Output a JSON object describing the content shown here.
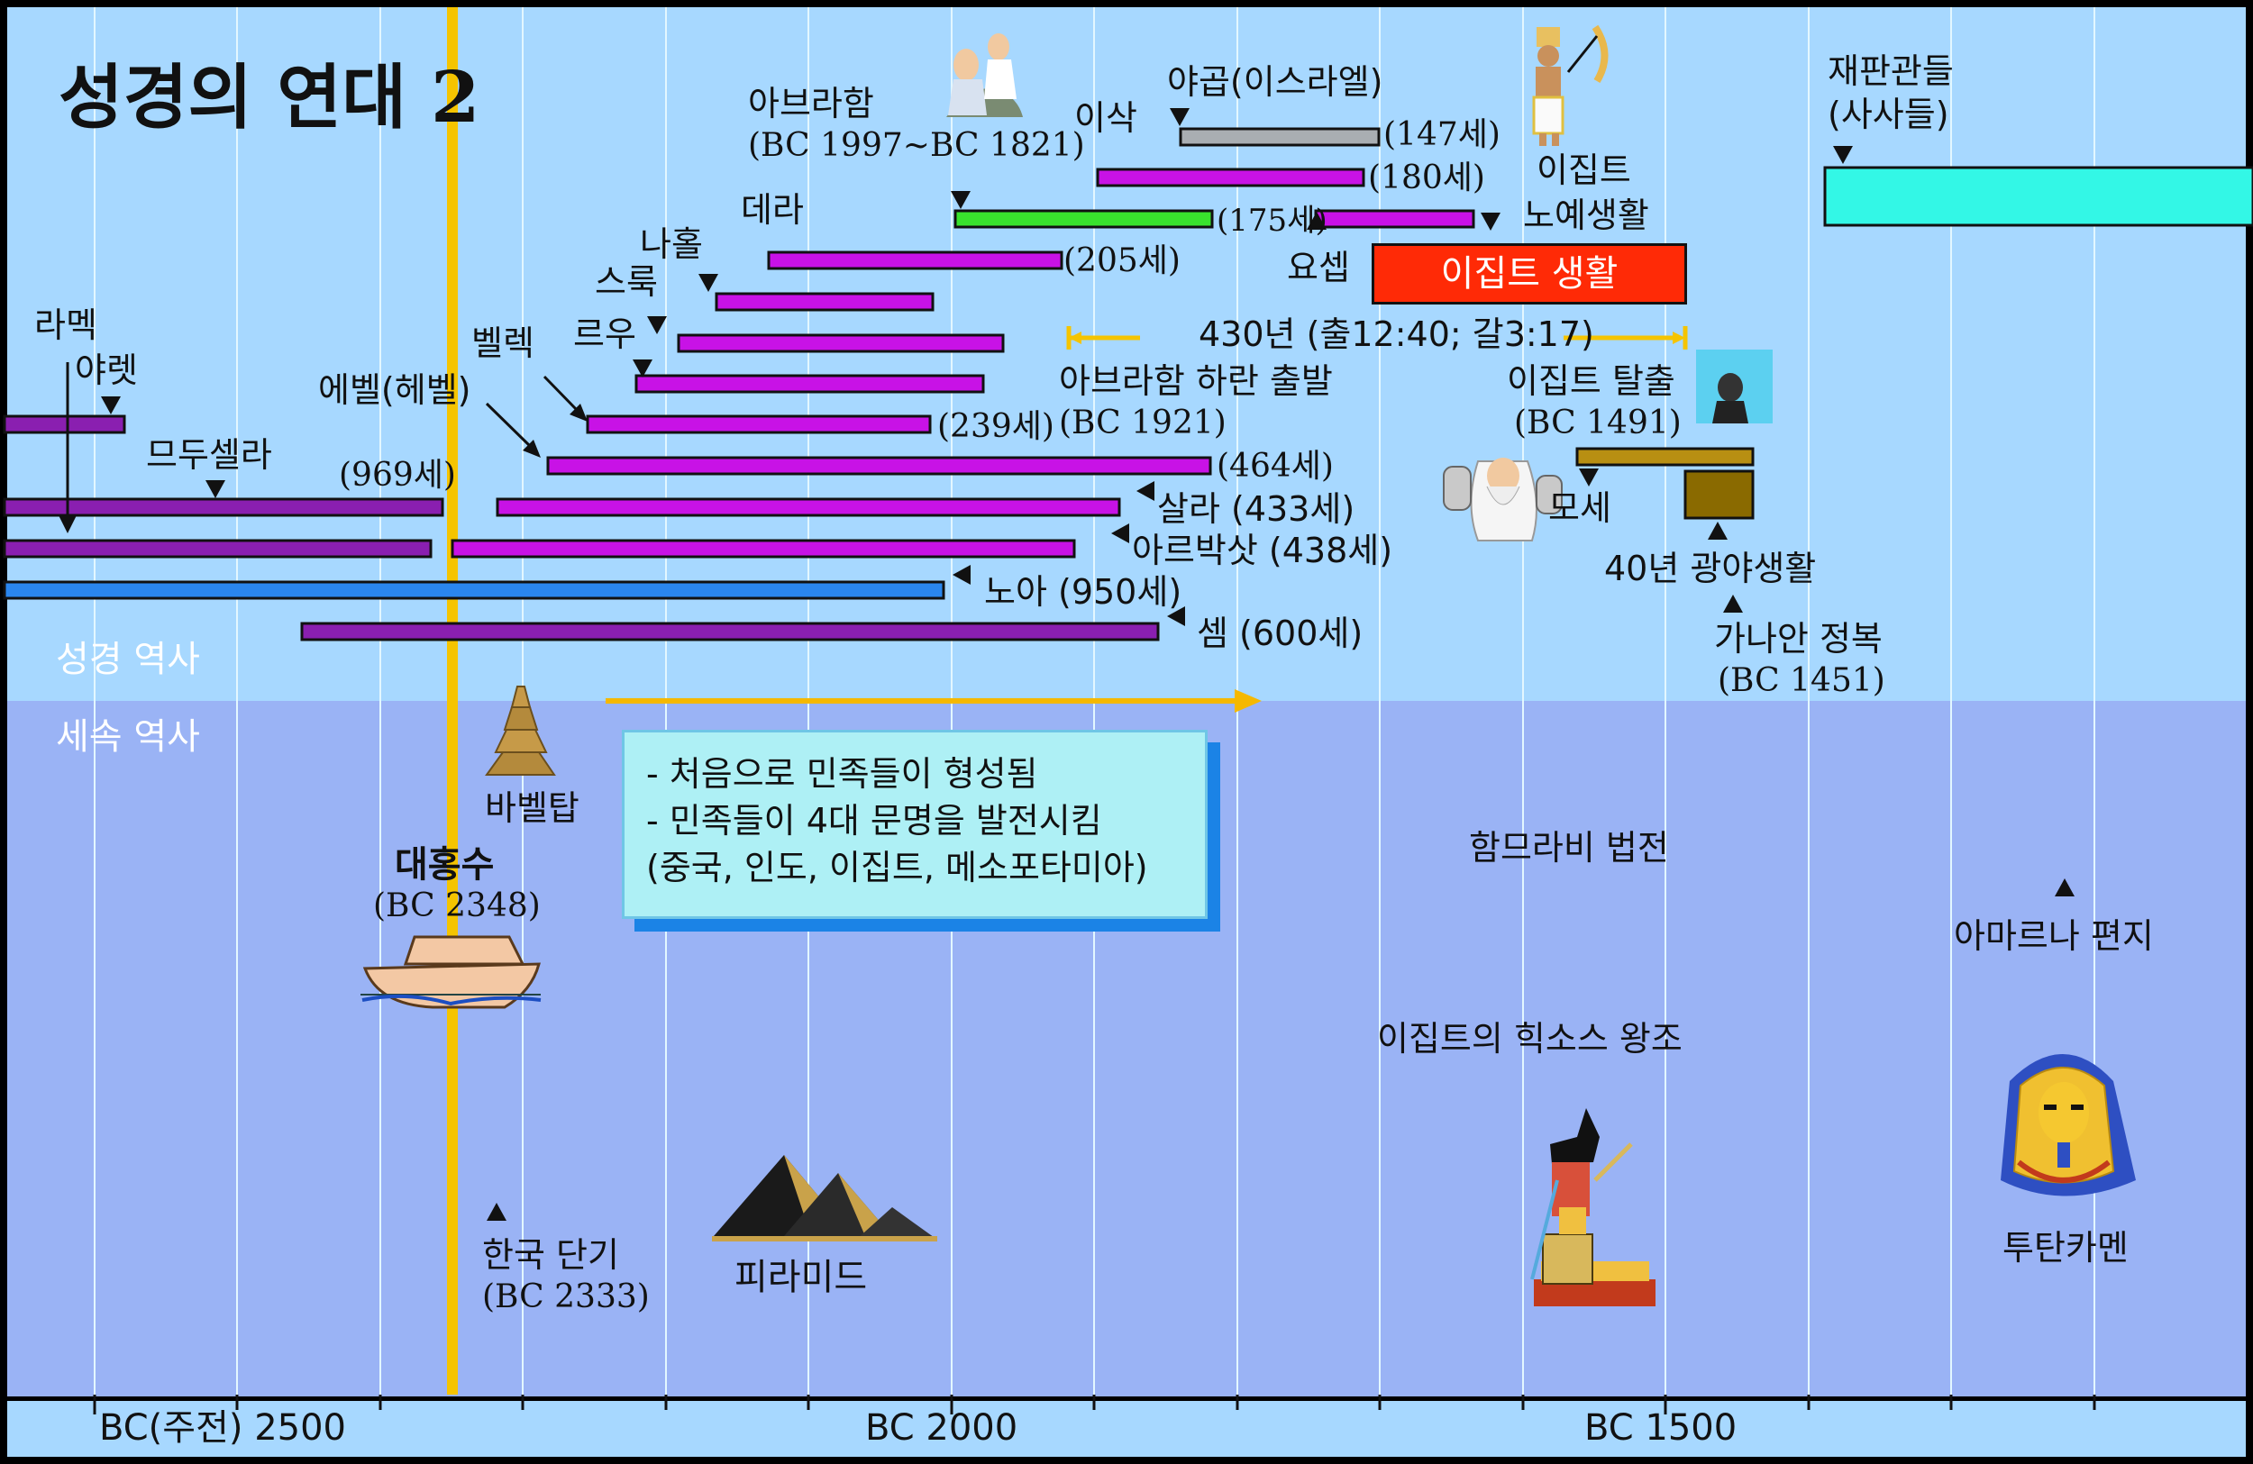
{
  "title": "성경의 연대 2",
  "sections": {
    "bible": "성경 역사",
    "secular": "세속 역사"
  },
  "axis": {
    "bc2500": "BC(주전) 2500",
    "bc2000": "BC 2000",
    "bc1500": "BC 1500"
  },
  "patriarchs": {
    "lamech": "라멕",
    "jared": "야렛",
    "methuselah": "므두셀라",
    "methuselah_age": "(969세)",
    "eber": "에벨(헤벨)",
    "peleg": "벨렉",
    "reu": "르우",
    "serug": "스룩",
    "nahor": "나홀",
    "terah": "데라",
    "terah_age": "(205세)",
    "peleg_age": "(239세)",
    "eber_age": "(464세)",
    "salah": "살라 (433세)",
    "arphaxad": "아르박삿  (438세)",
    "noah": "노아 (950세)",
    "shem": "셈 (600세)",
    "abraham": "아브라함",
    "abraham_dates": "(BC 1997~BC 1821)",
    "abraham_age": "(175세)",
    "isaac": "이삭",
    "isaac_age": "(180세)",
    "jacob": "야곱(이스라엘)",
    "jacob_age": "(147세)",
    "joseph": "요셉",
    "egypt_slavery_1": "이집트",
    "egypt_slavery_2": "노예생활",
    "egypt_life": "이집트 생활",
    "judges_1": "재판관들",
    "judges_2": "(사사들)",
    "years430": "430년 (출12:40; 갈3:17)",
    "haran_1": "아브라함 하란 출발",
    "haran_2": "(BC 1921)",
    "exodus_1": "이집트 탈출",
    "exodus_2": "(BC 1491)",
    "moses": "모세",
    "wilderness": "40년 광야생활",
    "canaan_1": "가나안 정복",
    "canaan_2": "(BC 1451)"
  },
  "secular": {
    "babel": "바벨탑",
    "flood": "대홍수",
    "flood_date": "(BC 2348)",
    "note": [
      "- 처음으로 민족들이 형성됨",
      "- 민족들이 4대 문명을 발전시킴",
      " (중국, 인도, 이집트, 메소포타미아)"
    ],
    "hammurabi": "함므라비 법전",
    "amarna": "아마르나 편지",
    "hyksos": "이집트의 힉소스 왕조",
    "tutankhamun": "투탄카멘",
    "dangi": "한국 단기",
    "dangi_date": "(BC 2333)",
    "pyramid": "피라미드"
  },
  "colors": {
    "sky": "#a7d8ff",
    "lower": "#9ab3f5",
    "gold": "#f5c400",
    "purple": "#c812e6",
    "deep_purple": "#8a1fb0",
    "green": "#39e32d",
    "blue": "#2a86ee",
    "olive": "#b88f12",
    "brown": "#8a6a00",
    "cyan": "#33f7e6",
    "red": "#ff2a06"
  }
}
